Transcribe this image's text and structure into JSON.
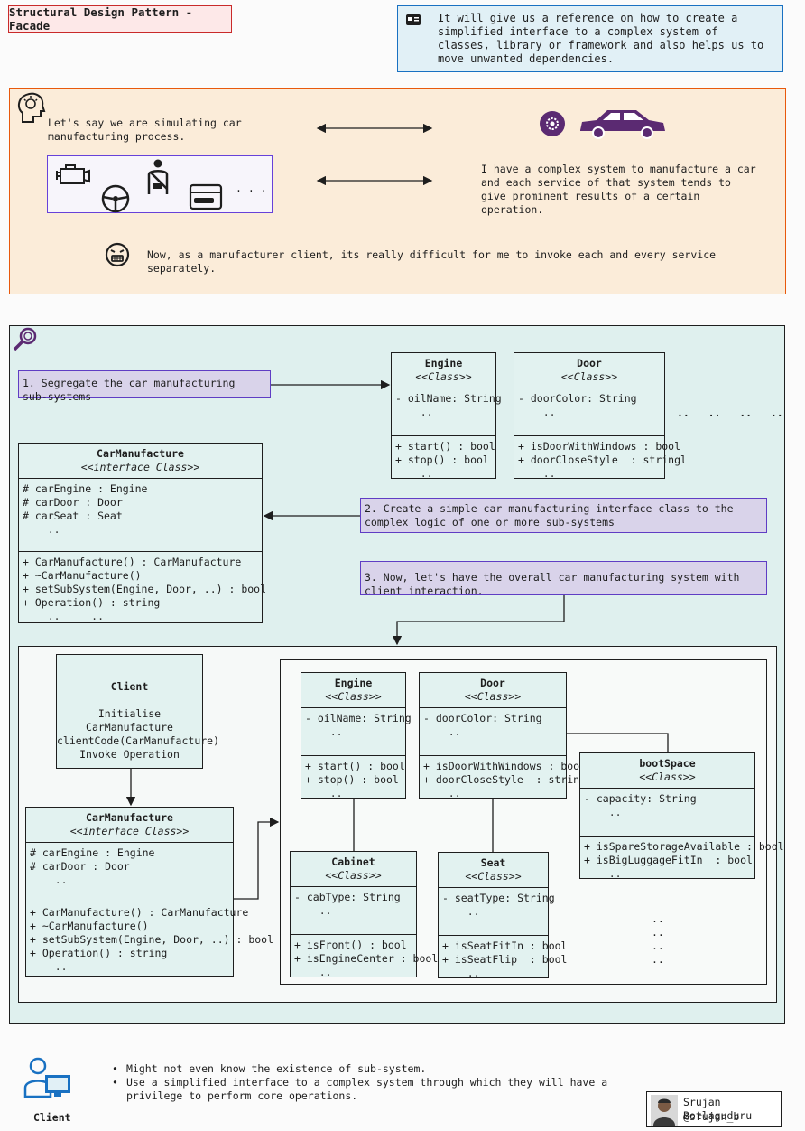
{
  "title": "Structural Design Pattern - Facade",
  "intro": "It will give us a reference on how to create a simplified interface to a complex system of classes, library or framework and also helps us to move unwanted dependencies.",
  "scenario": {
    "line1": "Let's say we are simulating car manufacturing process.",
    "line2": "I have a complex system to manufacture a car and each service of that system tends to give prominent results of a certain operation.",
    "line3": "Now, as a manufacturer client, its really difficult for me to invoke each and every service separately.",
    "parts_ellipsis": ". . ."
  },
  "steps": {
    "s1": "1. Segregate the car manufacturing sub-systems",
    "s2": "2. Create a simple car manufacturing interface class to the complex logic of one or more sub-systems",
    "s3": "3. Now, let's have the overall car manufacturing system with client interaction."
  },
  "top_classes": {
    "engine": {
      "name": "Engine",
      "stereo": "<<Class>>",
      "attrs": [
        "- oilName: String",
        "    .."
      ],
      "methods": [
        "+ start() : bool",
        "+ stop() : bool",
        "    .."
      ]
    },
    "door": {
      "name": "Door",
      "stereo": "<<Class>>",
      "attrs": [
        "- doorColor: String",
        "    .."
      ],
      "methods": [
        "+ isDoorWithWindows : bool",
        "+ doorCloseStyle  : stringl",
        "    .."
      ]
    },
    "more": "..   ..   ..   .."
  },
  "facade_top": {
    "name": "CarManufacture",
    "stereo": "<<interface Class>>",
    "attrs": [
      "# carEngine : Engine",
      "# carDoor : Door",
      "# carSeat : Seat",
      "    .."
    ],
    "methods": [
      "+ CarManufacture() : CarManufacture",
      "+ ~CarManufacture()",
      "+ setSubSystem(Engine, Door, ..) : bool",
      "+ Operation() : string",
      "    ..     .."
    ]
  },
  "client": {
    "name": "Client",
    "lines": [
      "Initialise CarManufacture",
      "clientCode(CarManufacture)",
      "Invoke Operation"
    ]
  },
  "facade_bottom": {
    "name": "CarManufacture",
    "stereo": "<<interface Class>>",
    "attrs": [
      "# carEngine : Engine",
      "# carDoor : Door",
      "    .."
    ],
    "methods": [
      "+ CarManufacture() : CarManufacture",
      "+ ~CarManufacture()",
      "+ setSubSystem(Engine, Door, ..) : bool",
      "+ Operation() : string",
      "    .."
    ]
  },
  "sub_classes": {
    "engine": {
      "name": "Engine",
      "stereo": "<<Class>>",
      "attrs": [
        "- oilName: String",
        "    .."
      ],
      "methods": [
        "+ start() : bool",
        "+ stop() : bool",
        "    .."
      ]
    },
    "door": {
      "name": "Door",
      "stereo": "<<Class>>",
      "attrs": [
        "- doorColor: String",
        "    .."
      ],
      "methods": [
        "+ isDoorWithWindows : bool",
        "+ doorCloseStyle  : stringl",
        "    .."
      ]
    },
    "boot": {
      "name": "bootSpace",
      "stereo": "<<Class>>",
      "attrs": [
        "- capacity: String",
        "    .."
      ],
      "methods": [
        "+ isSpareStorageAvailable : bool",
        "+ isBigLuggageFitIn  : bool",
        "    .."
      ]
    },
    "cabinet": {
      "name": "Cabinet",
      "stereo": "<<Class>>",
      "attrs": [
        "- cabType: String",
        "    .."
      ],
      "methods": [
        "+ isFront() : bool",
        "+ isEngineCenter : bool",
        "    .."
      ]
    },
    "seat": {
      "name": "Seat",
      "stereo": "<<Class>>",
      "attrs": [
        "- seatType: String",
        "    .."
      ],
      "methods": [
        "+ isSeatFitIn : bool",
        "+ isSeatFlip  : bool",
        "    .."
      ]
    },
    "more": [
      "..",
      "..",
      "..",
      ".."
    ]
  },
  "footer": {
    "client_label": "Client",
    "bullets": [
      "Might not even know the existence of sub-system.",
      "Use a simplified interface to a complex system through which they will have a privilege to perform core operations."
    ],
    "author_name": "Srujan Botlaguduru",
    "author_handle": "@srujan_b"
  },
  "colors": {
    "title_border": "#c92a2a",
    "intro_border": "#1971c2",
    "scenario_border": "#e8590c",
    "parts_border": "#6741d9",
    "step_fill": "#d9d3ea",
    "class_fill": "#e2f2f0"
  }
}
